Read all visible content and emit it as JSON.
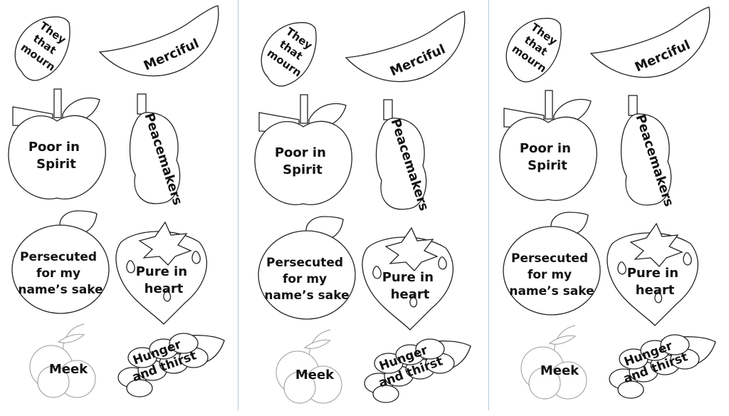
{
  "panels": [
    {
      "mourn": [
        "They",
        "that",
        "mourn"
      ],
      "merciful": "Merciful",
      "poor": [
        "Poor in",
        "Spirit"
      ],
      "peacemakers": "Peacemakers",
      "persecuted": [
        "Persecuted",
        "for my",
        "name’s sake"
      ],
      "pure": [
        "Pure in",
        "heart"
      ],
      "meek": "Meek",
      "hunger": [
        "Hunger",
        "and thirst"
      ]
    },
    {
      "mourn": [
        "They",
        "that",
        "mourn"
      ],
      "merciful": "Merciful",
      "poor": [
        "Poor in",
        "Spirit"
      ],
      "peacemakers": "Peacemakers",
      "persecuted": [
        "Persecuted",
        "for my",
        "name’s sake"
      ],
      "pure": [
        "Pure in",
        "heart"
      ],
      "meek": "Meek",
      "hunger": [
        "Hunger",
        "and thirst"
      ]
    },
    {
      "mourn": [
        "They",
        "that",
        "mourn"
      ],
      "merciful": "Merciful",
      "poor": [
        "Poor in",
        "Spirit"
      ],
      "peacemakers": "Peacemakers",
      "persecuted": [
        "Persecuted",
        "for my",
        "name’s sake"
      ],
      "pure": [
        "Pure in",
        "heart"
      ],
      "meek": "Meek",
      "hunger": [
        "Hunger",
        "and thirst"
      ]
    }
  ],
  "colors": {
    "outline": "#222222",
    "divider": "#b9c7dc",
    "background": "#ffffff"
  }
}
